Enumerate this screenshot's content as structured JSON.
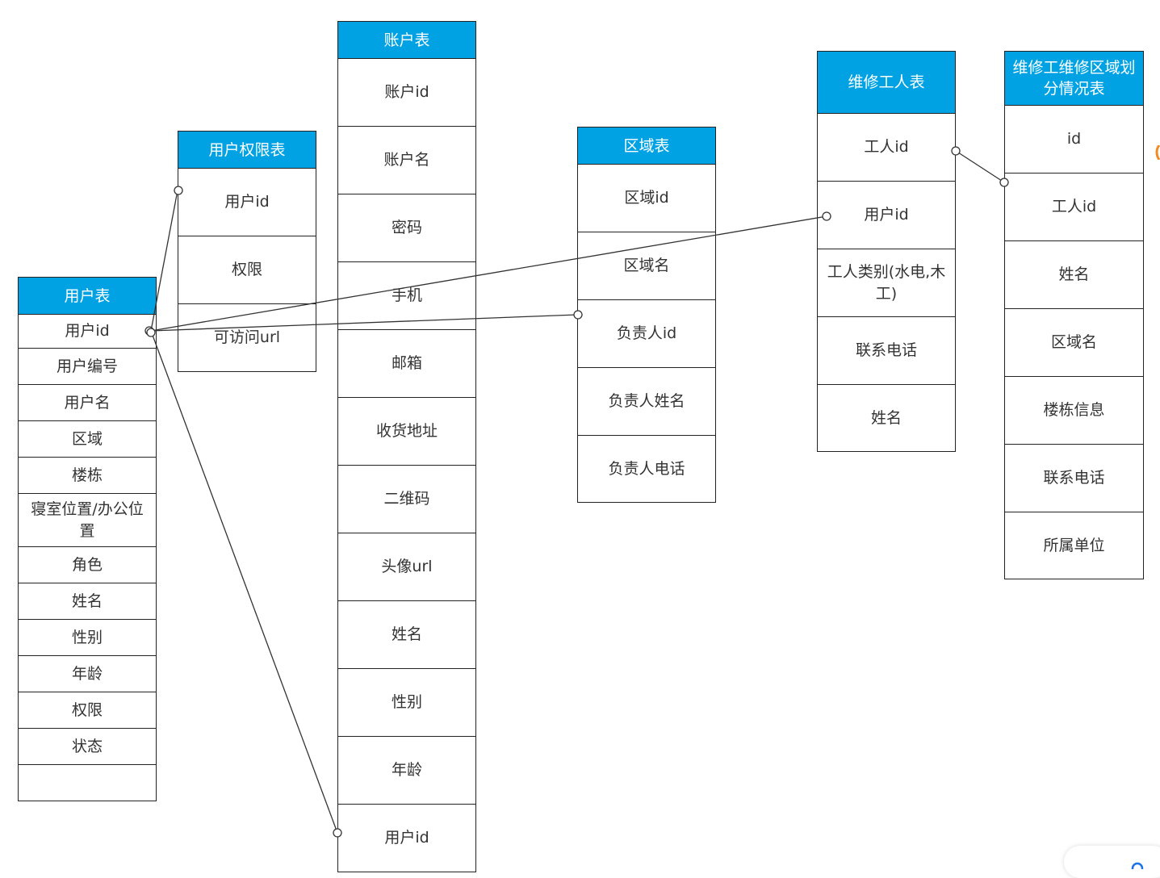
{
  "colors": {
    "header_bg": "#00a2e4",
    "header_text": "#ffffff",
    "border": "#222222",
    "line": "#333333",
    "cell_text": "#333333"
  },
  "tables": [
    {
      "id": "user",
      "title": "用户表",
      "rows": [
        "用户id",
        "用户编号",
        "用户名",
        "区域",
        "楼栋",
        "寝室位置/办公位置",
        "角色",
        "姓名",
        "性别",
        "年龄",
        "权限",
        "状态",
        ""
      ]
    },
    {
      "id": "user_permission",
      "title": "用户权限表",
      "rows": [
        "用户id",
        "权限",
        "可访问url"
      ]
    },
    {
      "id": "account",
      "title": "账户表",
      "rows": [
        "账户id",
        "账户名",
        "密码",
        "手机",
        "邮箱",
        "收货地址",
        "二维码",
        "头像url",
        "姓名",
        "性别",
        "年龄",
        "用户id"
      ]
    },
    {
      "id": "region",
      "title": "区域表",
      "rows": [
        "区域id",
        "区域名",
        "负责人id",
        "负责人姓名",
        "负责人电话"
      ]
    },
    {
      "id": "worker",
      "title": "维修工人表",
      "rows": [
        "工人id",
        "用户id",
        "工人类别(水电,木工)",
        "联系电话",
        "姓名"
      ]
    },
    {
      "id": "worker_region",
      "title": "维修工维修区域划分情况表",
      "rows": [
        "id",
        "工人id",
        "姓名",
        "区域名",
        "楼栋信息",
        "联系电话",
        "所属单位"
      ]
    }
  ],
  "relations": [
    {
      "from": "用户表.用户id",
      "to": "用户权限表.用户id"
    },
    {
      "from": "用户表.用户id",
      "to": "账户表.用户id"
    },
    {
      "from": "用户表.用户id",
      "to": "区域表.负责人id"
    },
    {
      "from": "用户表.用户id",
      "to": "维修工人表.用户id"
    },
    {
      "from": "维修工人表.工人id",
      "to": "维修工维修区域划分情况表.工人id"
    }
  ]
}
